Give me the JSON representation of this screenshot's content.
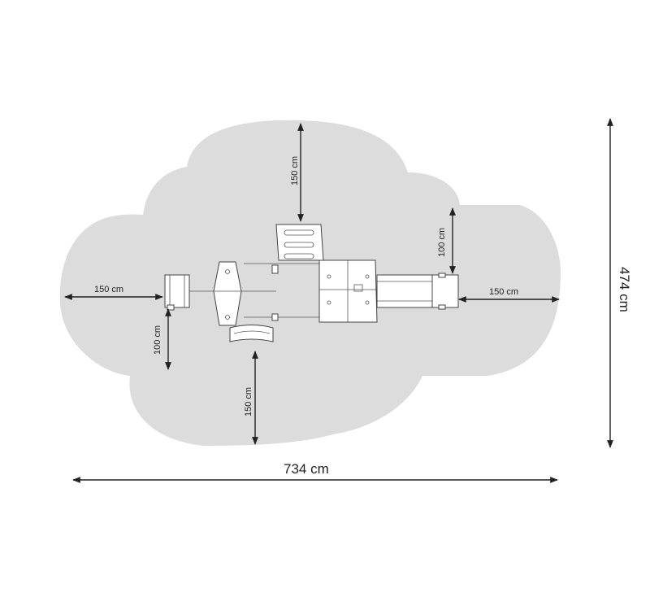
{
  "diagram": {
    "colors": {
      "safety_zone": "#dcdcdc",
      "line": "#222222",
      "equipment_outline": "#444444",
      "equipment_fill": "#ffffff",
      "background": "#ffffff"
    },
    "dimensions": {
      "overall_width": "734 cm",
      "overall_height": "474 cm",
      "left_horizontal": "150 cm",
      "right_horizontal": "150 cm",
      "top_vertical": "150 cm",
      "bottom_vertical": "150 cm",
      "left_lower_vertical": "100 cm",
      "right_upper_vertical": "100 cm"
    }
  }
}
